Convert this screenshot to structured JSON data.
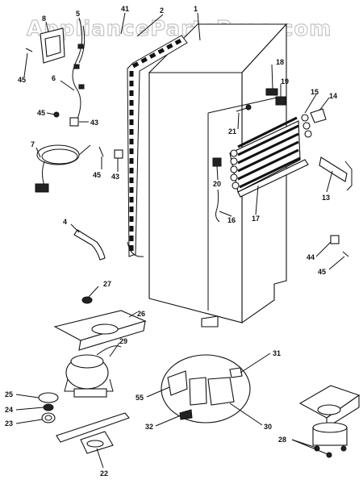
{
  "watermark": "AppliancePartsPros.com",
  "callouts": {
    "c1": "1",
    "c2": "2",
    "c4": "4",
    "c5": "5",
    "c6": "6",
    "c7": "7",
    "c8": "8",
    "c13": "13",
    "c14": "14",
    "c15": "15",
    "c16": "16",
    "c17": "17",
    "c18": "18",
    "c19": "19",
    "c20": "20",
    "c21": "21",
    "c22": "22",
    "c23": "23",
    "c24": "24",
    "c25": "25",
    "c26": "26",
    "c27": "27",
    "c28": "28",
    "c29": "29",
    "c30": "30",
    "c31": "31",
    "c32": "32",
    "c41": "41",
    "c43a": "43",
    "c43b": "43",
    "c44": "44",
    "c45a": "45",
    "c45b": "45",
    "c45c": "45",
    "c45d": "45",
    "c55": "55"
  }
}
